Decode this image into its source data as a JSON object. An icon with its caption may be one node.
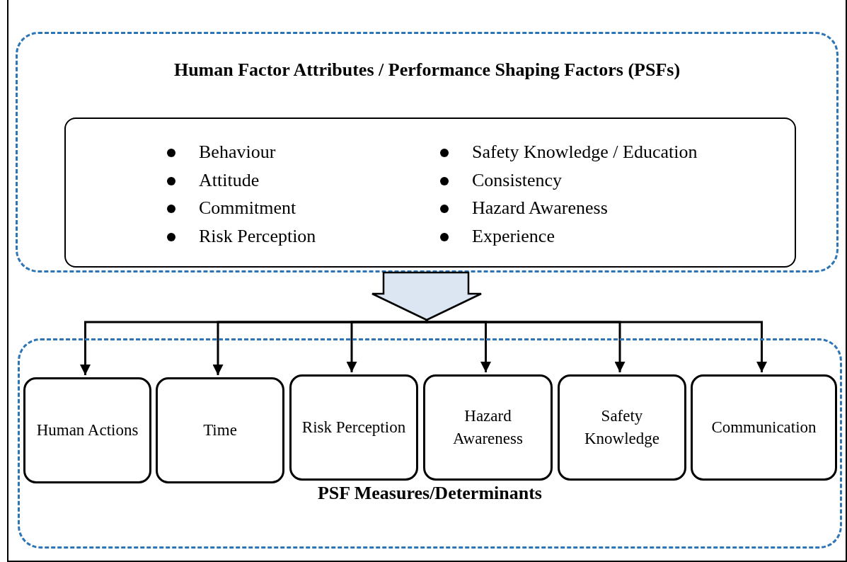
{
  "diagram": {
    "nodes": [
      {
        "text": [
          "Human Factor Attributes / Performance Shaping Factors (PSFs)"
        ]
      },
      {
        "text": [
          "Behaviour",
          "Attitude",
          "Commitment",
          "Risk Perception",
          "Safety Knowledge / Education",
          "Consistency",
          "Hazard Awareness",
          "Experience"
        ],
        "in": 0
      },
      {
        "text": [],
        "shape": "arrow"
      },
      {
        "text": [
          "PSF Measures/Determinants"
        ]
      },
      {
        "text": [
          "Human Actions"
        ],
        "in": 3
      },
      {
        "text": [
          "Time"
        ],
        "in": 3
      },
      {
        "text": [
          "Risk Perception"
        ],
        "in": 3
      },
      {
        "text": [
          "Hazard Awareness"
        ],
        "in": 3
      },
      {
        "text": [
          "Safety Knowledge"
        ],
        "in": 3
      },
      {
        "text": [
          "Communication"
        ],
        "in": 3
      }
    ],
    "edges": [
      {
        "from": 2,
        "to": 4,
        "arrow": "to"
      },
      {
        "from": 2,
        "to": 5,
        "arrow": "to"
      },
      {
        "from": 2,
        "to": 6,
        "arrow": "to"
      },
      {
        "from": 2,
        "to": 7,
        "arrow": "to"
      },
      {
        "from": 2,
        "to": 8,
        "arrow": "to"
      },
      {
        "from": 2,
        "to": 9,
        "arrow": "to"
      }
    ]
  }
}
